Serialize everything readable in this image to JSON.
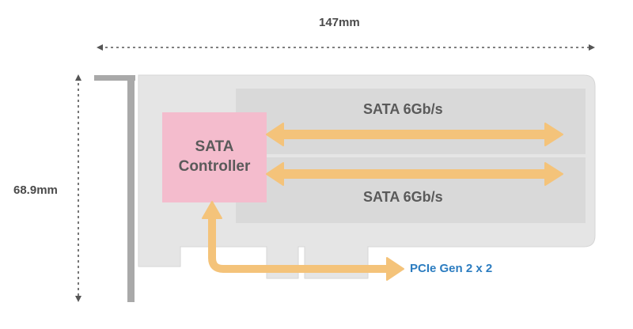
{
  "dimensions": {
    "width": "147mm",
    "height": "68.9mm"
  },
  "controller": {
    "line1": "SATA",
    "line2": "Controller"
  },
  "ports": {
    "top": "SATA 6Gb/s",
    "bottom": "SATA 6Gb/s"
  },
  "interface": "PCIe Gen 2 x 2",
  "colors": {
    "board": "#e5e5e5",
    "board_border": "#d6d6d6",
    "bracket": "#a9a9a9",
    "controller": "#f4bccd",
    "port_panel": "#d9d9d9",
    "arrow": "#f4c37a",
    "pcie_text": "#2b7cc0"
  }
}
